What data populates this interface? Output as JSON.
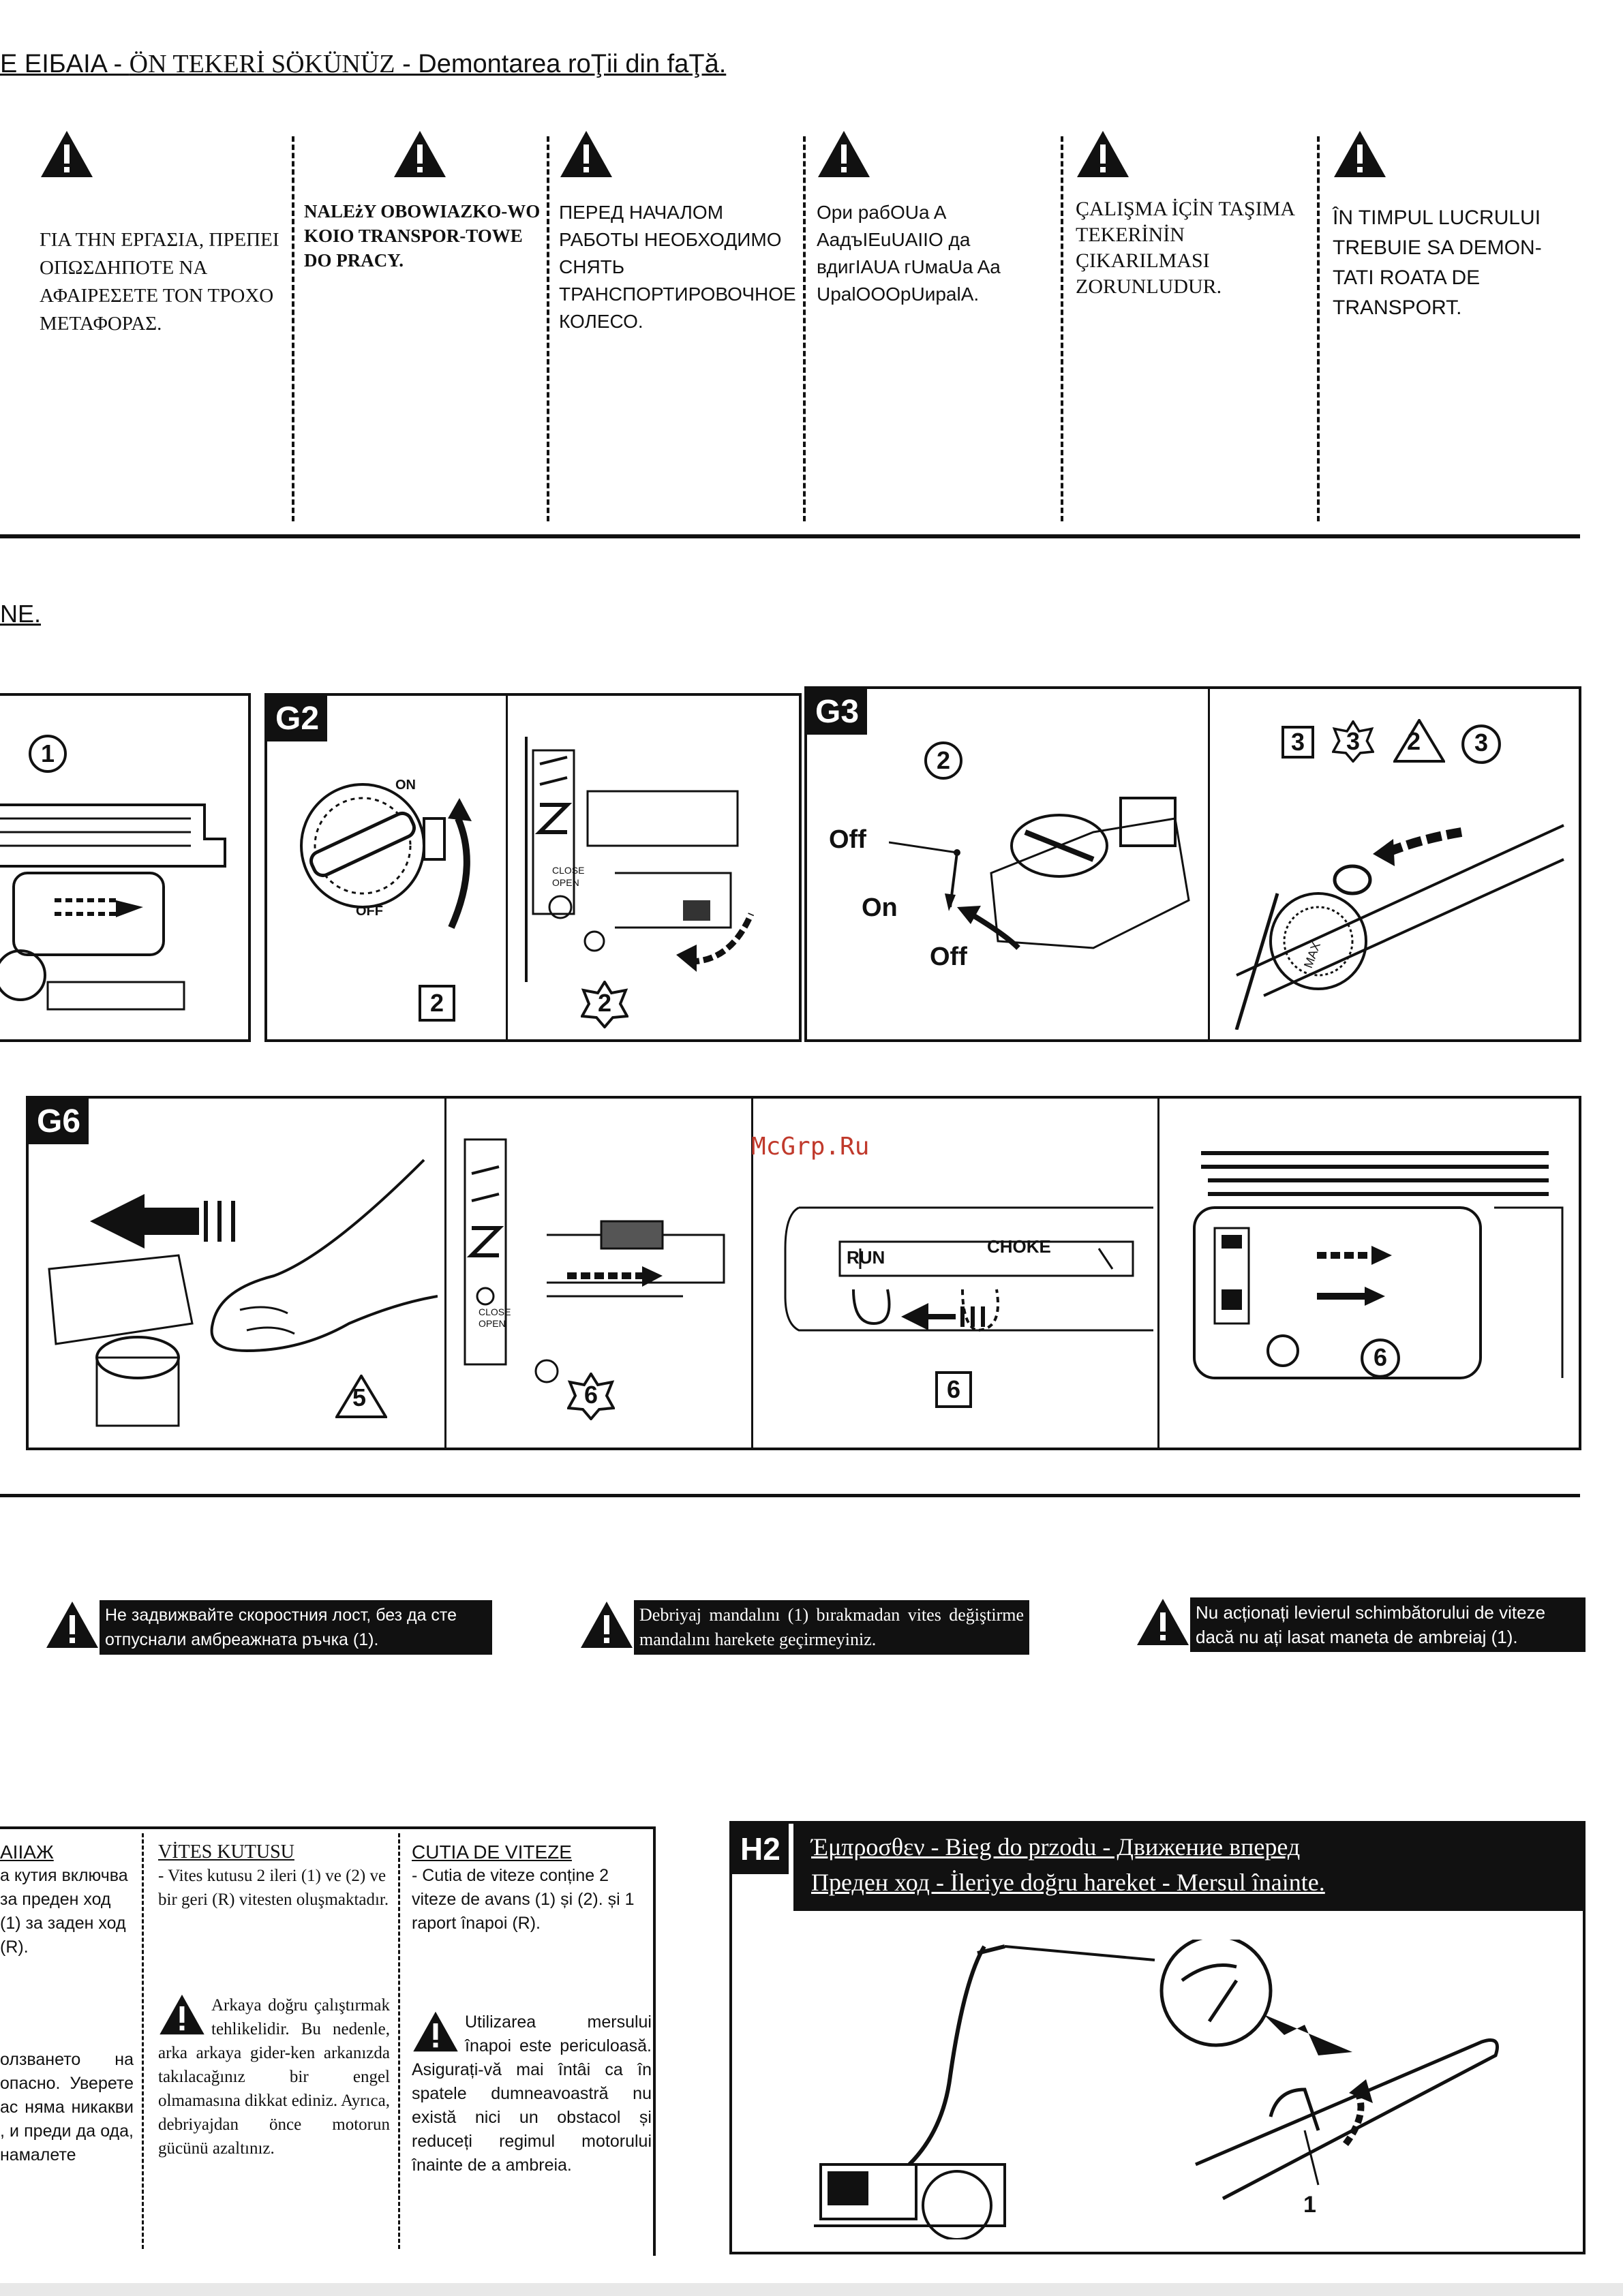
{
  "header": {
    "title_part1": "E EIБAIA - ",
    "title_part2": "ÖN TEKERİ SÖKÜNÜZ",
    "title_part3": " - Demontarea roŢii din faŢă."
  },
  "transport_columns": [
    {
      "id": "greek",
      "text": "ΓΙΑ ΤΗΝ ΕΡΓΑΣΙΑ, ΠΡΕΠΕΙ ΟΠΩΣΔΗΠΟΤΕ ΝΑ ΑΦΑΙΡΕΣΕΤΕ ΤΟΝ ΤΡΟΧΟ ΜΕΤΑΦΟΡΑΣ."
    },
    {
      "id": "polish",
      "text": "NALEżY OBOWIAZKO-WO KOIO TRANSPOR-TOWE DO PRACY."
    },
    {
      "id": "russian",
      "text": "ПЕРЕД НАЧАЛОМ РАБОТЫ НЕОБХОДИМО СНЯТЬ ТРАНСПОРТИРОВОЧНОЕ КОЛЕСО."
    },
    {
      "id": "garbled",
      "text": "Ори paбOUa A AадъIEuUAIIO дa вдигIAUA гUмaUa Aa UpalOOOpUиpalA."
    },
    {
      "id": "turkish",
      "text": "ÇALIŞMA İÇİN TAŞIMA TEKERİNİN ÇIKARILMASI ZORUNLUDUR."
    },
    {
      "id": "romanian",
      "text": "ÎN TIMPUL LUCRULUI TREBUIE SA DEMON-TATI ROATA DE TRANSPORT."
    }
  ],
  "section_fragment": "NE.",
  "panels": {
    "first_circle_num": "1",
    "g2": {
      "tag": "G2",
      "knob_on": "ON",
      "knob_off": "OFF",
      "box_num": "2",
      "star_num": "2",
      "close_label": "CLOSE",
      "open_label": "OPEN"
    },
    "g3": {
      "tag": "G3",
      "circle_num": "2",
      "off_top": "Off",
      "on_label": "On",
      "off_bottom": "Off",
      "marks": [
        "3",
        "3",
        "2",
        "3"
      ],
      "max_label": "MAX"
    },
    "g6": {
      "tag": "G6",
      "tri_num": "5",
      "star_num": "6",
      "box_num": "6",
      "circle_num": "6",
      "watermark": "McGrp.Ru",
      "run_label": "RUN",
      "choke_label": "CHOKE",
      "close_label": "CLOSE",
      "open_label": "OPEN"
    }
  },
  "warnings": [
    {
      "id": "bulgarian",
      "text": "Не задвижвайте скоростния лост, без да сте отпуснали амбреажната ръчка (1)."
    },
    {
      "id": "turkish",
      "text": "Debriyaj mandalını (1) bırakmadan vites değiştirme mandalını harekete geçirmeyiniz."
    },
    {
      "id": "romanian",
      "text": "Nu acționați levierul schimbătorului de viteze dacă nu ați lasat maneta de ambreiaj (1)."
    }
  ],
  "gearbox": {
    "bg": {
      "heading": "AIIAЖ",
      "text": "а кутия включва за преден ход (1) за заден ход (R).",
      "note": "олзването на опасно. Уверете ас няма никакви , и преди да ода, намалете"
    },
    "tr": {
      "heading": "VİTES KUTUSU",
      "text": "- Vites kutusu 2 ileri (1) ve (2) ve bir geri (R) vitesten oluşmaktadır.",
      "note": "Arkaya doğru çalıştırmak tehlikelidir. Bu nedenle, arka arkaya gider-ken arkanızda takılacağınız bir engel olmamasına dikkat ediniz. Ayrıca, debriyajdan önce motorun gücünü azaltınız."
    },
    "ro": {
      "heading": "CUTIA DE VITEZE",
      "text": "- Cutia de viteze conține 2 viteze de avans (1) și (2). și 1 raport înapoi (R).",
      "note": "Utilizarea mersului înapoi este periculoasă. Asigurați-vă mai întâi ca în spatele dumneavoastră nu există nici un obstacol și reduceți regimul motorului înainte de a ambreia."
    }
  },
  "h2": {
    "tag": "H2",
    "line1": "Έμπροσθεν - Bieg do przodu - Движение вперед",
    "line2": "Преден ход - İleriye doğru hareket - Mersul înainte.",
    "callout": "1"
  }
}
